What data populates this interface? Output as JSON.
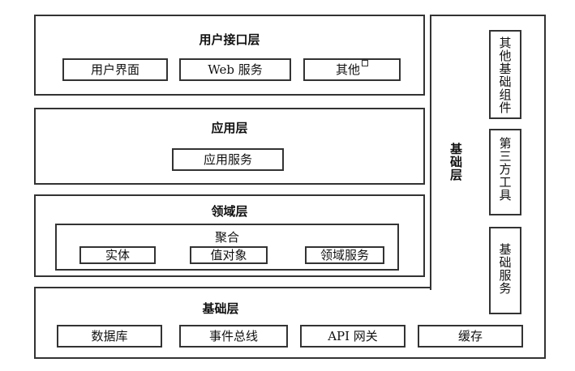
{
  "interface_layer": {
    "title": "用户接口层",
    "items": [
      "用户界面",
      "Web 服务",
      "其他"
    ]
  },
  "application_layer": {
    "title": "应用层",
    "items": [
      "应用服务"
    ]
  },
  "domain_layer": {
    "title": "领域层",
    "aggregate_label": "聚合",
    "items": [
      "实体",
      "值对象",
      "领域服务"
    ]
  },
  "infrastructure_layer": {
    "title": "基础层",
    "side_title": "基础层",
    "bottom_items": [
      "数据库",
      "事件总线",
      "API 网关",
      "缓存"
    ],
    "side_items": [
      "其他基础组件",
      "第三方工具",
      "基础服务"
    ]
  }
}
